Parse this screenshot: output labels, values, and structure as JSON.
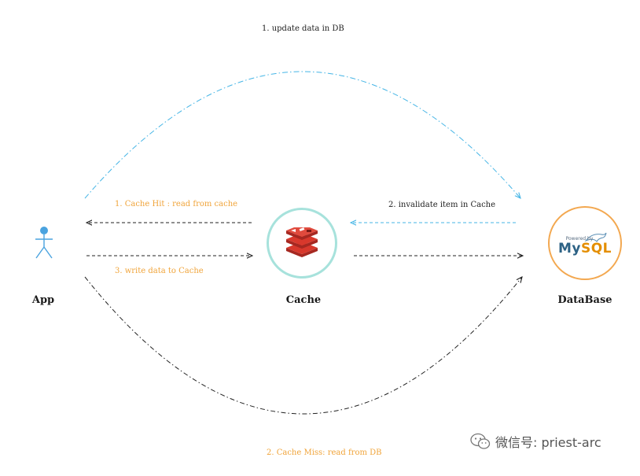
{
  "nodes": {
    "app": {
      "title": "App"
    },
    "cache": {
      "title": "Cache"
    },
    "database": {
      "title": "DataBase",
      "logo_powered": "Powered by",
      "logo_my": "My",
      "logo_sql": "SQL"
    }
  },
  "edges": {
    "update_db": {
      "label": "1.  update data in DB"
    },
    "invalidate_cache": {
      "label": "2.  invalidate item in Cache"
    },
    "cache_hit": {
      "label": "1.  Cache Hit : read from cache"
    },
    "write_cache": {
      "label": "3.  write data to Cache"
    },
    "cache_miss": {
      "label": "2.  Cache Miss: read from DB"
    }
  },
  "watermark": {
    "text": "微信号: priest-arc",
    "icon": "wechat-icon"
  },
  "colors": {
    "blue_edge": "#45b5e6",
    "dark_edge": "#222222",
    "orange_label": "#f0a43a",
    "cache_ring": "#a7e2dc",
    "db_ring": "#f3a850",
    "redis_red": "#d8382c",
    "app_icon": "#4aa3df"
  }
}
